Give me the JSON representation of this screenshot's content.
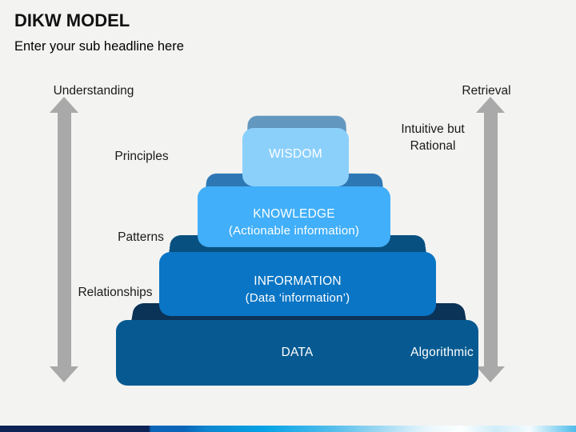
{
  "header": {
    "title": "DIKW MODEL",
    "subtitle": "Enter your sub headline here"
  },
  "axes": {
    "left_label": "Understanding",
    "right_label": "Retrieval"
  },
  "annotations": {
    "principles": "Principles",
    "patterns": "Patterns",
    "relationships": "Relationships",
    "intuitive_line1": "Intuitive but",
    "intuitive_line2": "Rational",
    "algorithmic": "Algorithmic"
  },
  "pyramid": {
    "levels": [
      {
        "name": "wisdom",
        "title": "WISDOM",
        "subtitle": "",
        "face_color": "#8BD0FB",
        "lid_color": "#6297BF"
      },
      {
        "name": "knowledge",
        "title": "KNOWLEDGE",
        "subtitle": "(Actionable information)",
        "face_color": "#41AFF9",
        "lid_color": "#2E77B5"
      },
      {
        "name": "information",
        "title": "INFORMATION",
        "subtitle": "(Data ‘information’)",
        "face_color": "#0A75C4",
        "lid_color": "#07507F"
      },
      {
        "name": "data",
        "title": "DATA",
        "subtitle": "",
        "face_color": "#065A91",
        "lid_color": "#0B3257"
      }
    ]
  },
  "colors": {
    "background": "#F3F3F2",
    "arrow": "#A9A9A9",
    "text": "#1A1A1A"
  },
  "footer": {
    "gradient_stops": [
      "#0D2255 0%",
      "#0D2255 25.8%",
      "#0A64B8 26.2%",
      "#0A64B8 31.8%",
      "#0E86CF 36%",
      "#05A3E6 46%",
      "#55BEEB 58%",
      "#9FD9F3 66%",
      "#E8F6FC 74%",
      "#FDFFFF 80%",
      "#CFECF9 86%",
      "#F3FBFE 92%",
      "#4FBCEB 100%"
    ]
  }
}
